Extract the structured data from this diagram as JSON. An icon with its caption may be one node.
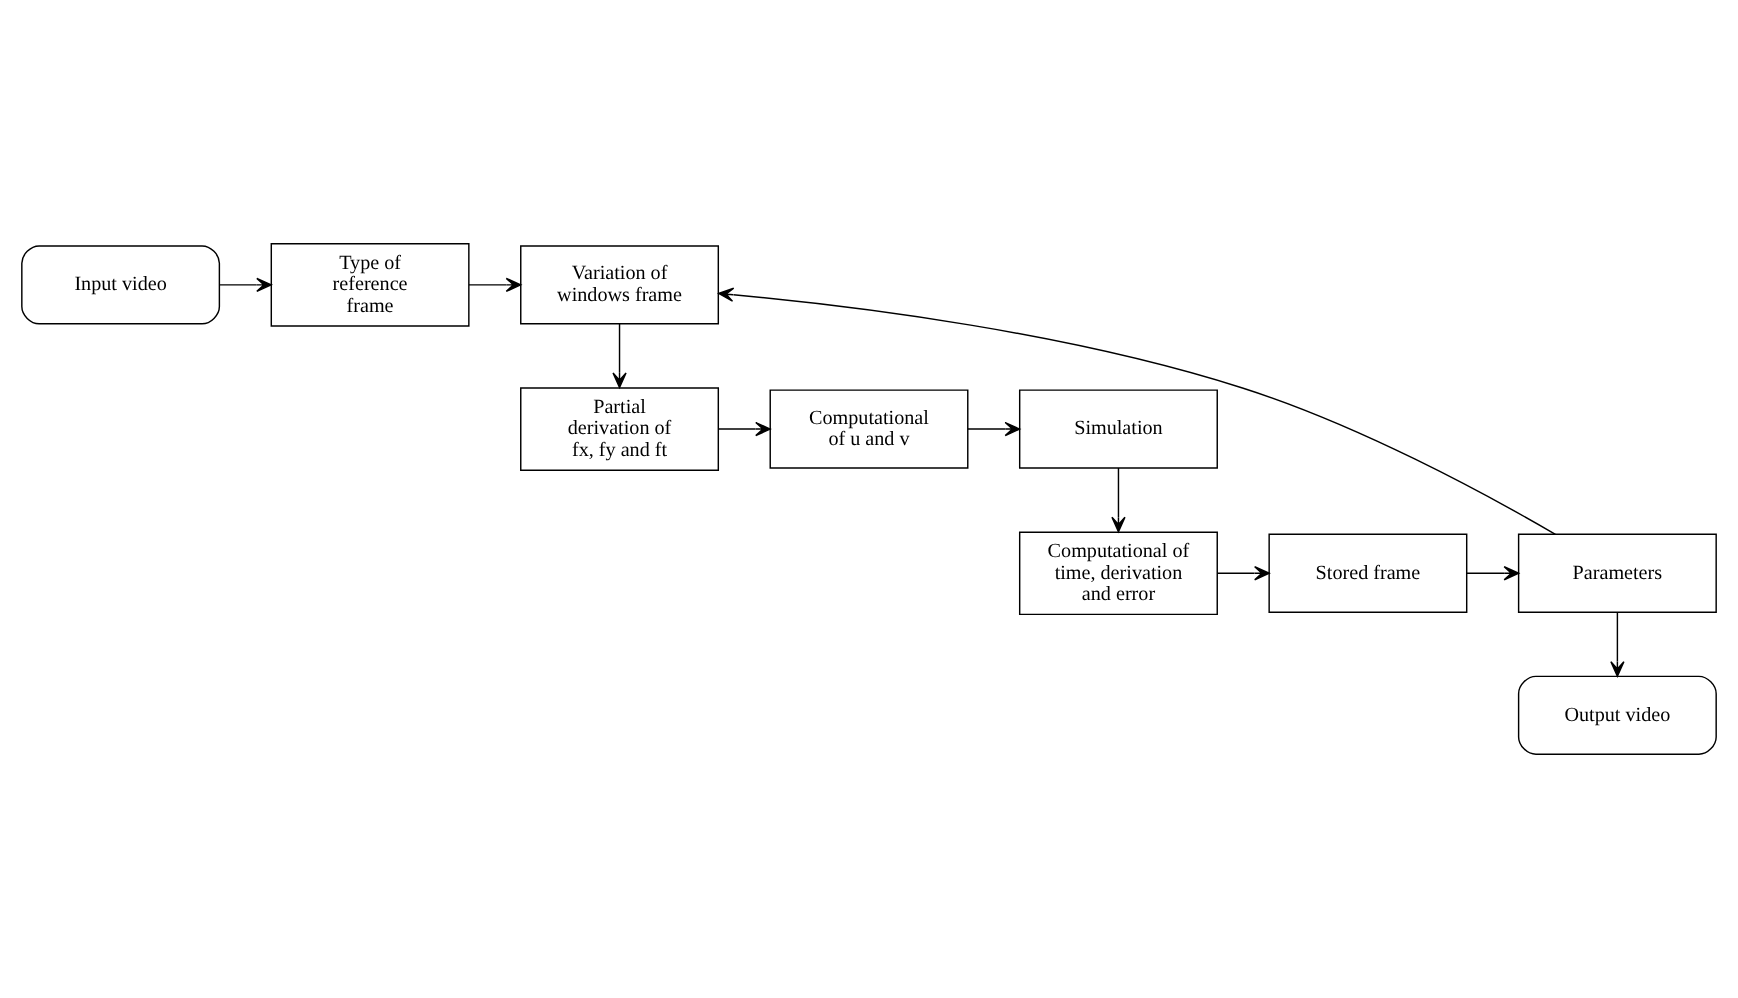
{
  "diagram": {
    "nodes": [
      {
        "text": [
          "Input video"
        ]
      },
      {
        "text": [
          "Type of reference frame"
        ]
      },
      {
        "text": [
          "Variation of windows frame"
        ]
      },
      {
        "text": [
          "Partial derivation of fx, fy and ft"
        ]
      },
      {
        "text": [
          "Computational of u and v"
        ]
      },
      {
        "text": [
          "Simulation"
        ]
      },
      {
        "text": [
          "Computational of time, derivation and error"
        ]
      },
      {
        "text": [
          "Stored frame"
        ]
      },
      {
        "text": [
          "Parameters"
        ]
      },
      {
        "text": [
          "Output video"
        ]
      }
    ],
    "edges": [
      {
        "from": 0,
        "to": 1,
        "arrow": "to"
      },
      {
        "from": 1,
        "to": 2,
        "arrow": "to"
      },
      {
        "from": 2,
        "to": 3,
        "arrow": "to"
      },
      {
        "from": 3,
        "to": 4,
        "arrow": "to"
      },
      {
        "from": 4,
        "to": 5,
        "arrow": "to"
      },
      {
        "from": 5,
        "to": 6,
        "arrow": "to"
      },
      {
        "from": 6,
        "to": 7,
        "arrow": "to"
      },
      {
        "from": 7,
        "to": 8,
        "arrow": "to"
      },
      {
        "from": 8,
        "to": 9,
        "arrow": "to"
      },
      {
        "from": 8,
        "to": 2,
        "arrow": "to"
      }
    ]
  }
}
